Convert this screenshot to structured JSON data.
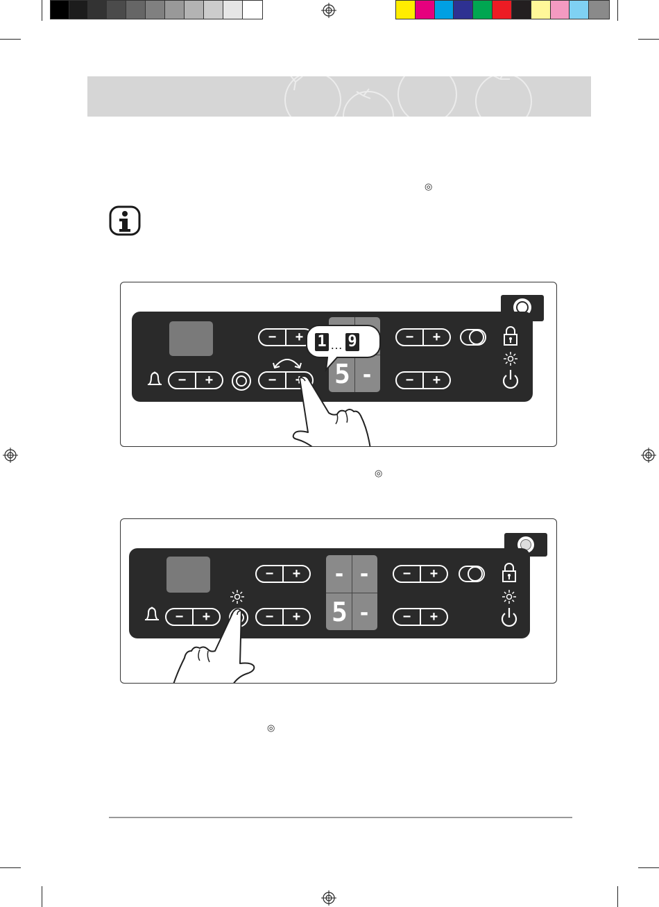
{
  "print_marks": {
    "greyscale": [
      "#000000",
      "#1c1c1c",
      "#333333",
      "#4b4b4b",
      "#666666",
      "#808080",
      "#999999",
      "#b3b3b3",
      "#cccccc",
      "#e6e6e6",
      "#ffffff"
    ],
    "colour": [
      "#ffed00",
      "#e6007e",
      "#00a0e3",
      "#2e3192",
      "#00a651",
      "#ed1c24",
      "#231f20",
      "#fff799",
      "#f49ac1",
      "#7fd1f3",
      "#8a8a8a"
    ]
  },
  "inline_symbols": {
    "s1": "◎",
    "s2": "◎",
    "s3": "◎"
  },
  "panel1": {
    "minus": "−",
    "plus": "+",
    "callout_from": "1",
    "callout_dots": "…",
    "callout_to": "9",
    "zone_top_left": "-",
    "zone_top_right": "-",
    "zone_bottom_left": "5",
    "zone_bottom_right": "-"
  },
  "panel2": {
    "minus": "−",
    "plus": "+",
    "zone_top_left": "-",
    "zone_top_right": "-",
    "zone_bottom_left": "5",
    "zone_bottom_right": "-"
  },
  "icons": [
    "info-icon",
    "bell-icon",
    "timer-button-icon",
    "lock-icon",
    "light-icon",
    "power-icon",
    "dual-zone-icon",
    "finger-pointer-icon",
    "rotate-arrow-icon"
  ]
}
